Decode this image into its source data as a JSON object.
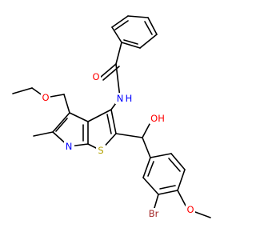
{
  "molecule": {
    "colors": {
      "bond": "#000000",
      "O": "#ff0000",
      "N": "#0000ff",
      "S": "#b2a100",
      "Br": "#a52a2a"
    },
    "atoms": [
      {
        "id": "O1",
        "symbol": "O",
        "label": "O"
      },
      {
        "id": "N1",
        "symbol": "N",
        "label": "N"
      },
      {
        "id": "H1",
        "symbol": "N",
        "label": "H"
      },
      {
        "id": "O2",
        "symbol": "O",
        "label": "O"
      },
      {
        "id": "O3",
        "symbol": "O",
        "label": "OH"
      },
      {
        "id": "N2",
        "symbol": "N",
        "label": "N"
      },
      {
        "id": "S1",
        "symbol": "S",
        "label": "S"
      },
      {
        "id": "Br1",
        "symbol": "Br",
        "label": "Br"
      },
      {
        "id": "O4",
        "symbol": "O",
        "label": "O"
      }
    ]
  }
}
